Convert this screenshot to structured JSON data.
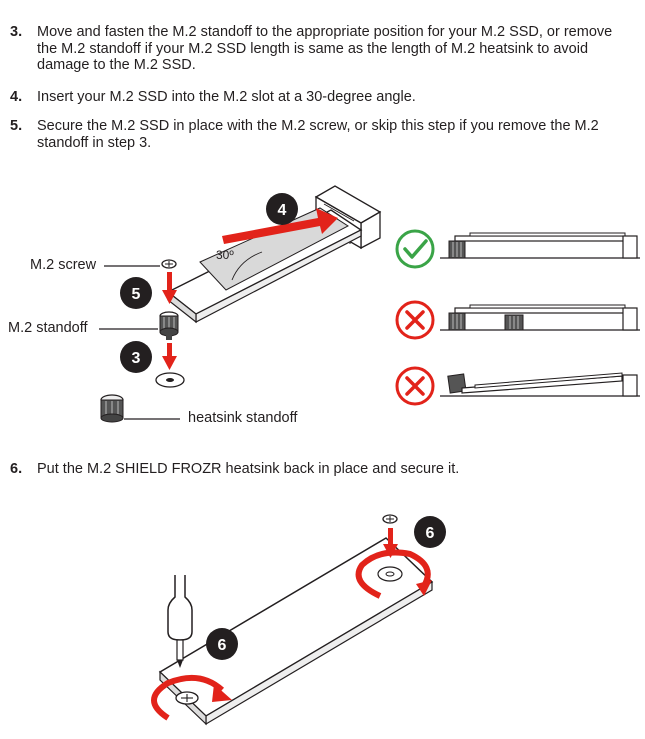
{
  "steps": [
    {
      "num": "3.",
      "text": "Move and fasten the M.2 standoff to the appropriate position for your M.2 SSD, or remove the M.2 standoff if your M.2 SSD length is same as the length of M.2 heatsink to avoid damage to the M.2 SSD."
    },
    {
      "num": "4.",
      "text": "Insert your M.2 SSD into the M.2 slot at a 30-degree angle."
    },
    {
      "num": "5.",
      "text": "Secure the M.2 SSD in place with the M.2 screw, or skip this step if you remove the M.2 standoff in step 3."
    },
    {
      "num": "6.",
      "text": "Put the M.2 SHIELD FROZR heatsink back in place and secure it."
    }
  ],
  "figure1": {
    "labels": {
      "screw": "M.2 screw",
      "standoff": "M.2 standoff",
      "heatsink_standoff": "heatsink standoff"
    },
    "angle": "30º",
    "badges": {
      "insert": "4",
      "screw": "5",
      "standoff": "3"
    },
    "status_icons": [
      "check-icon",
      "x-icon",
      "x-icon"
    ]
  },
  "figure2": {
    "badges": {
      "right": "6",
      "left": "6"
    }
  },
  "colors": {
    "accent_red": "#e2231a",
    "check_green": "#3aa447",
    "badge_dark": "#231f20"
  }
}
